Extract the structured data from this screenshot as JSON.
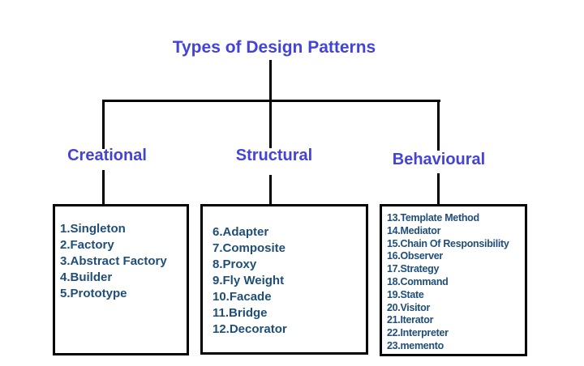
{
  "diagram": {
    "title": "Types of Design Patterns",
    "branches": [
      {
        "label": "Creational",
        "items": [
          "1.Singleton",
          "2.Factory",
          "3.Abstract Factory",
          "4.Builder",
          "5.Prototype"
        ]
      },
      {
        "label": "Structural",
        "items": [
          "6.Adapter",
          "7.Composite",
          "8.Proxy",
          "9.Fly Weight",
          "10.Facade",
          "11.Bridge",
          "12.Decorator"
        ]
      },
      {
        "label": "Behavioural",
        "items": [
          "13.Template Method",
          "14.Mediator",
          "15.Chain Of Responsibility",
          "16.Observer",
          "17.Strategy",
          "18.Command",
          "19.State",
          "20.Visitor",
          "21.Iterator",
          "22.Interpreter",
          "23.memento"
        ]
      }
    ],
    "colors": {
      "heading_text": "#4343d8",
      "item_text": "#1f4e79",
      "line": "#000000",
      "background": "#ffffff"
    }
  }
}
